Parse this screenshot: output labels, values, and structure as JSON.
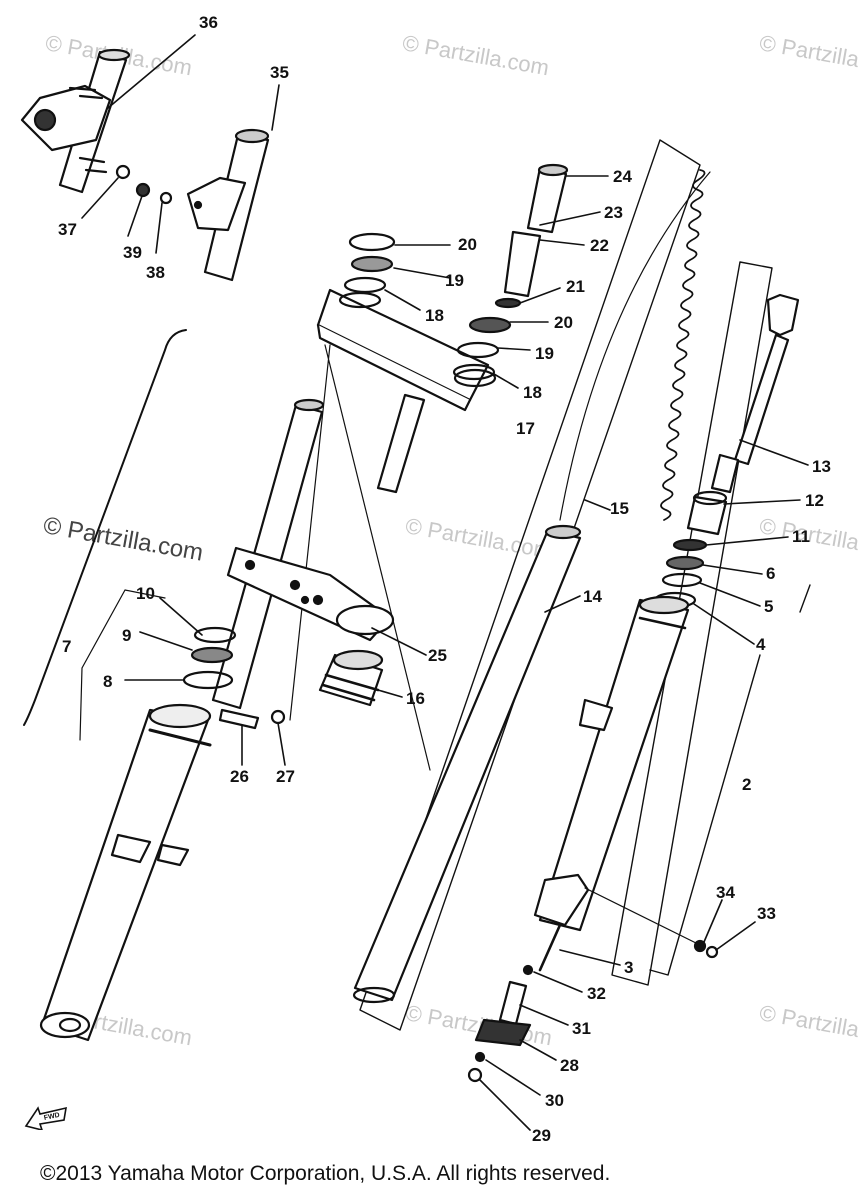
{
  "watermark": {
    "text": "© Partzilla.com"
  },
  "callouts": [
    "36",
    "35",
    "37",
    "39",
    "38",
    "20",
    "19",
    "18",
    "17",
    "24",
    "23",
    "22",
    "21",
    "20",
    "19",
    "18",
    "15",
    "13",
    "12",
    "11",
    "6",
    "5",
    "4",
    "10",
    "9",
    "7",
    "8",
    "25",
    "16",
    "14",
    "26",
    "27",
    "2",
    "34",
    "33",
    "3",
    "32",
    "31",
    "28",
    "30",
    "29"
  ],
  "fwd_label": "FWD",
  "copyright": "©2013  Yamaha Motor Corporation, U.S.A. All rights reserved."
}
